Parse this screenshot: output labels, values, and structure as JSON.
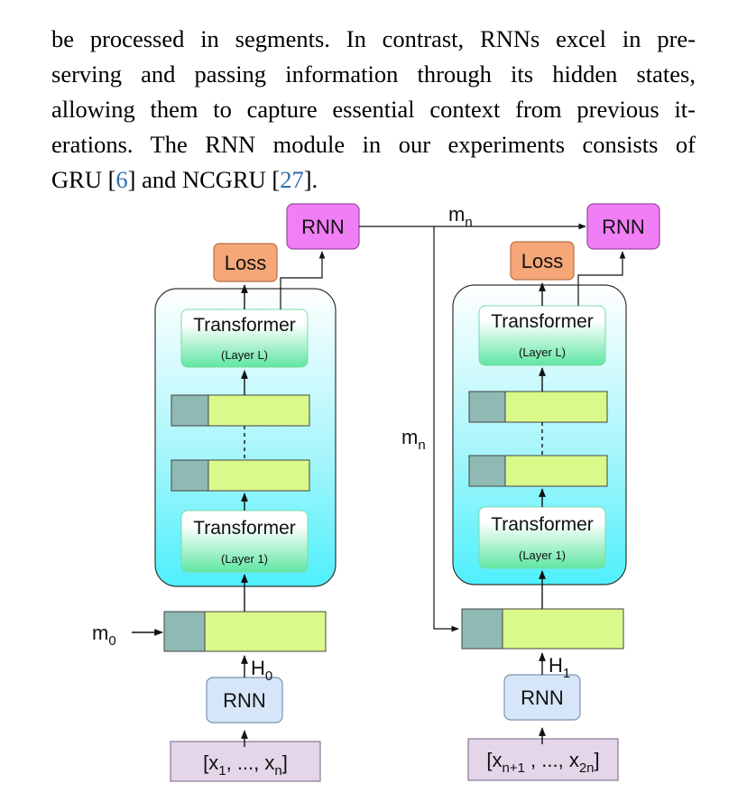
{
  "paragraph": {
    "lines": [
      "be processed in segments. In contrast, RNNs excel in pre-",
      "serving and passing information through its hidden states,",
      "allowing them to capture essential context from previous it-",
      "erations. The RNN module in our experiments consists of"
    ],
    "last_line": {
      "pre": "GRU [",
      "cite1": "6",
      "mid": "] and NCGRU [",
      "cite2": "27",
      "post": "]."
    }
  },
  "figure": {
    "rnn_label": "RNN",
    "loss_label": "Loss",
    "transformer_label": "Transformer",
    "layer_top": "(Layer L)",
    "layer_bottom": "(Layer 1)",
    "memory_symbol": "m",
    "memory_top_sub": "n",
    "memory_side_sub": "n",
    "memory_init_sub": "0",
    "hidden_symbol": "H",
    "hidden_left_sub": "0",
    "hidden_right_sub": "1",
    "input_left": {
      "open": "[x",
      "sub1": "1",
      "mid": ", ..., x",
      "sub2": "n",
      "close": "]"
    },
    "input_right": {
      "open": "[x",
      "sub1": "n+1",
      "mid": " , ..., x",
      "sub2": "2n",
      "close": "]"
    },
    "colors": {
      "rnn_top": "#f07ef5",
      "loss": "#f5a777",
      "rnn_bottom": "#d6e6f8",
      "input_box": "#e2d6e8",
      "memory_cell": "#8fb9b3",
      "embed_cell": "#d9f98a",
      "transformer_green": "#63e6a4",
      "container_cyan": "#58edfa"
    }
  }
}
